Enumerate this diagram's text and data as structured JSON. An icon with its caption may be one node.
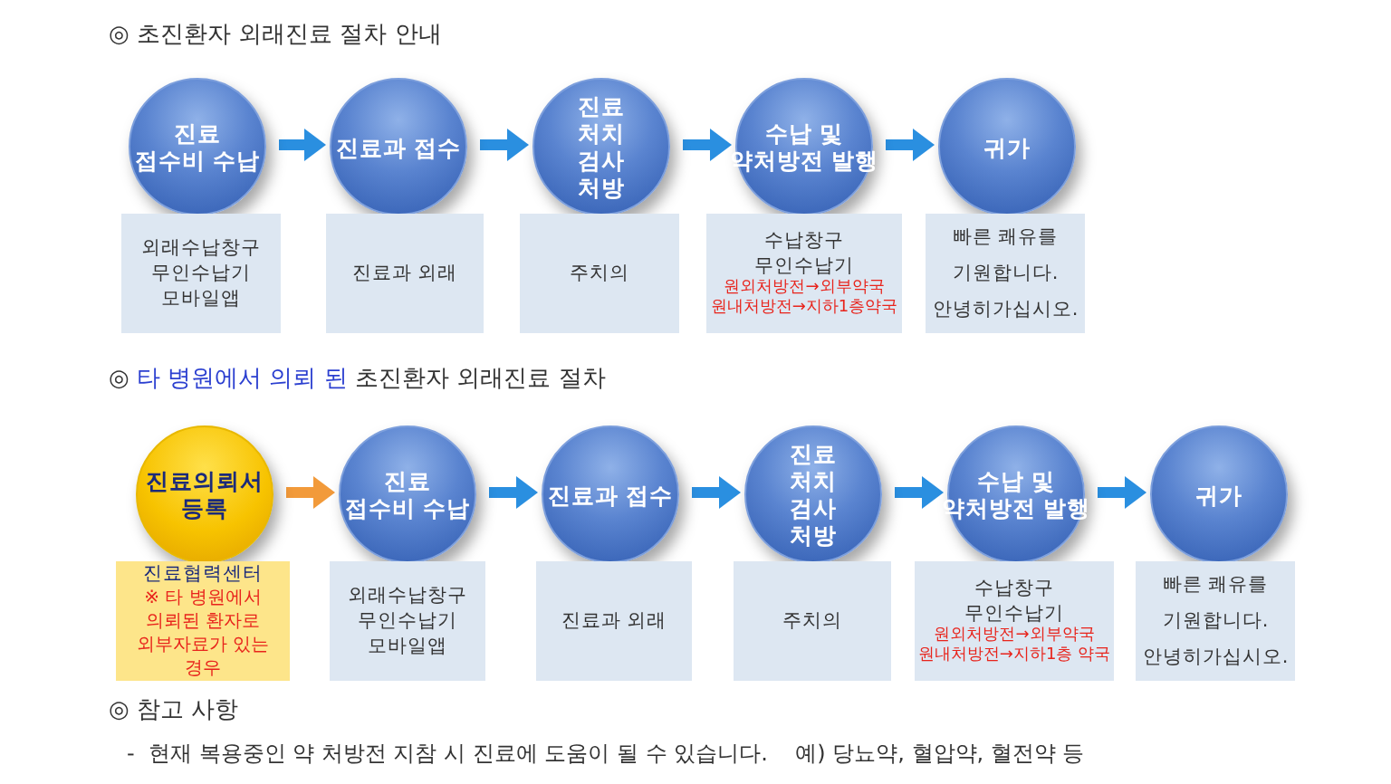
{
  "diagram": {
    "title": "◎ 초진환자 외래진료 절차 안내",
    "nodes": [
      {
        "text": [
          "진료 접수비 수납"
        ]
      },
      {
        "text": [
          "외래수납창구",
          "무인수납기",
          "모바일앱"
        ]
      },
      {
        "text": [
          "진료과 접수"
        ]
      },
      {
        "text": [
          "진료과 외래"
        ]
      },
      {
        "text": [
          "진료 처치 검사 처방"
        ]
      },
      {
        "text": [
          "주치의"
        ]
      },
      {
        "text": [
          "수납 및 약처방전 발행"
        ]
      },
      {
        "text": [
          "수납창구",
          "무인수납기",
          "원외처방전→외부약국",
          "원내처방전→지하1층약국"
        ]
      },
      {
        "text": [
          "귀가"
        ]
      },
      {
        "text": [
          "빠른 쾌유를",
          "기원합니다.",
          "안녕히가십시오."
        ]
      },
      {
        "text": [
          "진료의뢰서 등록"
        ]
      },
      {
        "text": [
          "진료협력센터",
          "※ 타 병원에서 의뢰된 환자로 외부자료가 있는 경우"
        ]
      },
      {
        "text": [
          "진료 접수비 수납"
        ]
      },
      {
        "text": [
          "외래수납창구",
          "무인수납기",
          "모바일앱"
        ]
      },
      {
        "text": [
          "진료과 접수"
        ]
      },
      {
        "text": [
          "진료과 외래"
        ]
      },
      {
        "text": [
          "진료 처치 검사 처방"
        ]
      },
      {
        "text": [
          "주치의"
        ]
      },
      {
        "text": [
          "수납 및 약처방전 발행"
        ]
      },
      {
        "text": [
          "수납창구",
          "무인수납기",
          "원외처방전→외부약국",
          "원내처방전→지하1층 약국"
        ]
      },
      {
        "text": [
          "귀가"
        ]
      },
      {
        "text": [
          "빠른 쾌유를",
          "기원합니다.",
          "안녕히가십시오."
        ]
      }
    ],
    "edges": [
      {
        "from": 0,
        "to": 2,
        "arrow": "to"
      },
      {
        "from": 2,
        "to": 4,
        "arrow": "to"
      },
      {
        "from": 4,
        "to": 6,
        "arrow": "to"
      },
      {
        "from": 6,
        "to": 8,
        "arrow": "to"
      },
      {
        "from": 10,
        "to": 12,
        "arrow": "to",
        "color": "#f29a3a"
      },
      {
        "from": 12,
        "to": 14,
        "arrow": "to"
      },
      {
        "from": 14,
        "to": 16,
        "arrow": "to"
      },
      {
        "from": 16,
        "to": 18,
        "arrow": "to"
      },
      {
        "from": 18,
        "to": 20,
        "arrow": "to"
      }
    ],
    "labels": [
      "◎ **타 병원에서 의뢰 된** 초진환자 외래진료 절차",
      "◎ 참고 사항",
      "-  현재 복용중인 약 처방전 지참 시 진료에 도움이 될 수 있습니다.    예) 당뇨약, 혈압약, 혈전약 등"
    ]
  }
}
